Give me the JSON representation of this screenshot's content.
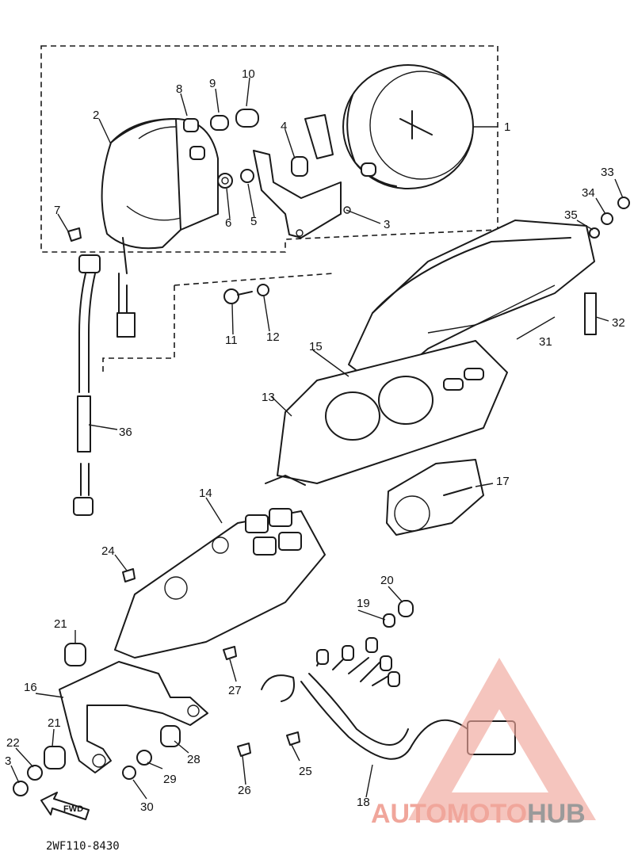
{
  "diagram": {
    "catalog_code": "2WF110-8430",
    "fwd_label": "FWD",
    "watermark": {
      "part1": "AUTOMOTO",
      "part2": "HUB",
      "color_light": "#f0a69b",
      "color_dark": "#9a9a9a"
    },
    "callouts": [
      "1",
      "2",
      "3",
      "4",
      "5",
      "6",
      "7",
      "8",
      "9",
      "10",
      "11",
      "12",
      "13",
      "14",
      "15",
      "16",
      "17",
      "18",
      "19",
      "20",
      "21",
      "21",
      "22",
      "3",
      "24",
      "25",
      "26",
      "27",
      "28",
      "29",
      "30",
      "31",
      "32",
      "33",
      "34",
      "35",
      "36"
    ]
  }
}
